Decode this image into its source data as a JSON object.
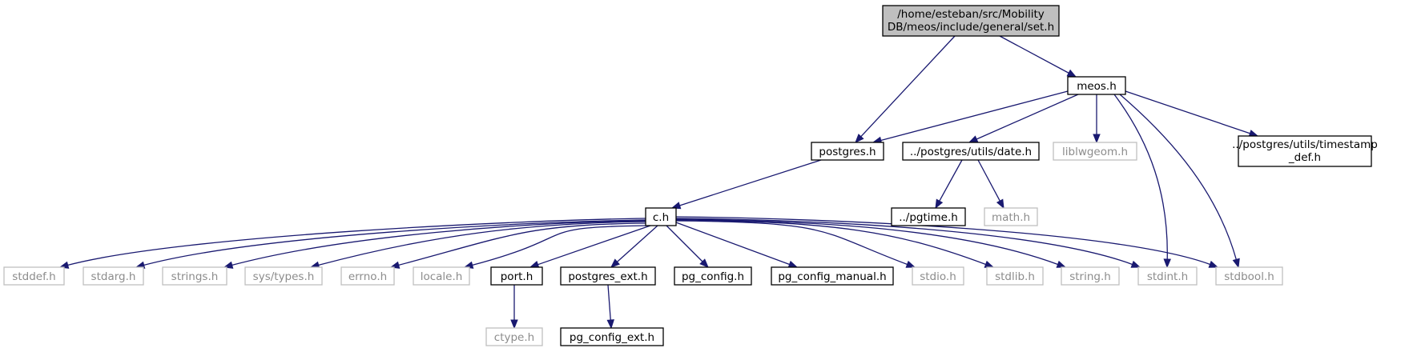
{
  "graph": {
    "title_lines": [
      "/home/esteban/src/Mobility",
      "DB/meos/include/general/set.h"
    ],
    "colors": {
      "edge": "#191970",
      "root_fill": "#bfbfbf",
      "documented_border": "#000000",
      "undocumented_border": "#bfbfbf",
      "undocumented_text": "#8c8c8c"
    },
    "nodes": {
      "set_h": {
        "lines": [
          "/home/esteban/src/Mobility",
          "DB/meos/include/general/set.h"
        ],
        "style": "root"
      },
      "meos_h": {
        "lines": [
          "meos.h"
        ],
        "style": "documented"
      },
      "postgres_h": {
        "lines": [
          "postgres.h"
        ],
        "style": "documented"
      },
      "date_h": {
        "lines": [
          "../postgres/utils/date.h"
        ],
        "style": "documented"
      },
      "liblwgeom_h": {
        "lines": [
          "liblwgeom.h"
        ],
        "style": "undocumented"
      },
      "timestamp_def_h": {
        "lines": [
          "../postgres/utils/timestamp",
          "_def.h"
        ],
        "style": "documented"
      },
      "c_h": {
        "lines": [
          "c.h"
        ],
        "style": "documented"
      },
      "pgtime_h": {
        "lines": [
          "../pgtime.h"
        ],
        "style": "documented"
      },
      "math_h": {
        "lines": [
          "math.h"
        ],
        "style": "undocumented"
      },
      "stddef_h": {
        "lines": [
          "stddef.h"
        ],
        "style": "undocumented"
      },
      "stdarg_h": {
        "lines": [
          "stdarg.h"
        ],
        "style": "undocumented"
      },
      "strings_h": {
        "lines": [
          "strings.h"
        ],
        "style": "undocumented"
      },
      "sys_types_h": {
        "lines": [
          "sys/types.h"
        ],
        "style": "undocumented"
      },
      "errno_h": {
        "lines": [
          "errno.h"
        ],
        "style": "undocumented"
      },
      "locale_h": {
        "lines": [
          "locale.h"
        ],
        "style": "undocumented"
      },
      "port_h": {
        "lines": [
          "port.h"
        ],
        "style": "documented"
      },
      "postgres_ext_h": {
        "lines": [
          "postgres_ext.h"
        ],
        "style": "documented"
      },
      "pg_config_h": {
        "lines": [
          "pg_config.h"
        ],
        "style": "documented"
      },
      "pg_config_manual_h": {
        "lines": [
          "pg_config_manual.h"
        ],
        "style": "documented"
      },
      "stdio_h": {
        "lines": [
          "stdio.h"
        ],
        "style": "undocumented"
      },
      "stdlib_h": {
        "lines": [
          "stdlib.h"
        ],
        "style": "undocumented"
      },
      "string_h": {
        "lines": [
          "string.h"
        ],
        "style": "undocumented"
      },
      "stdint_h": {
        "lines": [
          "stdint.h"
        ],
        "style": "undocumented"
      },
      "stdbool_h": {
        "lines": [
          "stdbool.h"
        ],
        "style": "undocumented"
      },
      "ctype_h": {
        "lines": [
          "ctype.h"
        ],
        "style": "undocumented"
      },
      "pg_config_ext_h": {
        "lines": [
          "pg_config_ext.h"
        ],
        "style": "documented"
      }
    },
    "edges": [
      {
        "from": "set_h",
        "to": "postgres_h"
      },
      {
        "from": "set_h",
        "to": "meos_h"
      },
      {
        "from": "meos_h",
        "to": "postgres_h"
      },
      {
        "from": "meos_h",
        "to": "date_h"
      },
      {
        "from": "meos_h",
        "to": "liblwgeom_h"
      },
      {
        "from": "meos_h",
        "to": "timestamp_def_h"
      },
      {
        "from": "meos_h",
        "to": "stdint_h"
      },
      {
        "from": "meos_h",
        "to": "stdbool_h"
      },
      {
        "from": "postgres_h",
        "to": "c_h"
      },
      {
        "from": "date_h",
        "to": "pgtime_h"
      },
      {
        "from": "date_h",
        "to": "math_h"
      },
      {
        "from": "c_h",
        "to": "stddef_h"
      },
      {
        "from": "c_h",
        "to": "stdarg_h"
      },
      {
        "from": "c_h",
        "to": "strings_h"
      },
      {
        "from": "c_h",
        "to": "sys_types_h"
      },
      {
        "from": "c_h",
        "to": "errno_h"
      },
      {
        "from": "c_h",
        "to": "locale_h"
      },
      {
        "from": "c_h",
        "to": "port_h"
      },
      {
        "from": "c_h",
        "to": "postgres_ext_h"
      },
      {
        "from": "c_h",
        "to": "pg_config_h"
      },
      {
        "from": "c_h",
        "to": "pg_config_manual_h"
      },
      {
        "from": "c_h",
        "to": "stdio_h"
      },
      {
        "from": "c_h",
        "to": "stdlib_h"
      },
      {
        "from": "c_h",
        "to": "string_h"
      },
      {
        "from": "c_h",
        "to": "stdint_h"
      },
      {
        "from": "c_h",
        "to": "stdbool_h"
      },
      {
        "from": "port_h",
        "to": "ctype_h"
      },
      {
        "from": "postgres_ext_h",
        "to": "pg_config_ext_h"
      }
    ]
  }
}
